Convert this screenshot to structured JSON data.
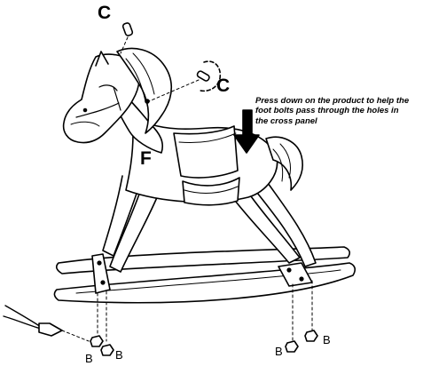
{
  "labels": {
    "part_c_top": "C",
    "part_c_side": "C",
    "part_f": "F",
    "part_b_1": "B",
    "part_b_2": "B",
    "part_b_3": "B",
    "part_b_4": "B"
  },
  "instruction": {
    "line_1": "Press down on the product to help the",
    "line_2": "foot bolts pass through the holes in",
    "line_3": "the cross panel"
  }
}
